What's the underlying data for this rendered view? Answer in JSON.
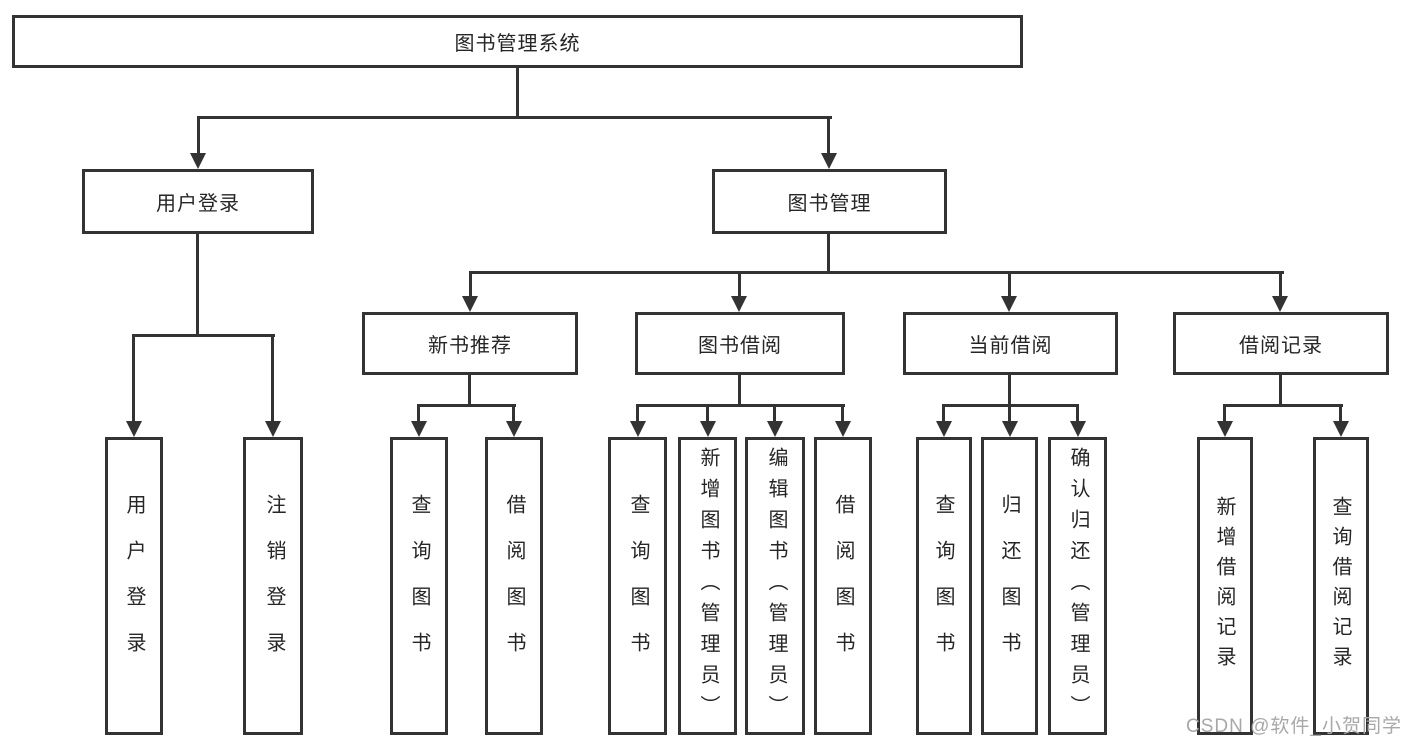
{
  "diagram": {
    "root": {
      "label": "图书管理系统"
    },
    "level2": [
      {
        "label": "用户登录",
        "children": [
          {
            "label": "用户登录"
          },
          {
            "label": "注销登录"
          }
        ]
      },
      {
        "label": "图书管理",
        "categories": [
          {
            "label": "新书推荐",
            "children": [
              {
                "label": "查询图书"
              },
              {
                "label": "借阅图书"
              }
            ]
          },
          {
            "label": "图书借阅",
            "children": [
              {
                "label": "查询图书"
              },
              {
                "label": "新增图书（管理员）"
              },
              {
                "label": "编辑图书（管理员）"
              },
              {
                "label": "借阅图书"
              }
            ]
          },
          {
            "label": "当前借阅",
            "children": [
              {
                "label": "查询图书"
              },
              {
                "label": "归还图书"
              },
              {
                "label": "确认归还（管理员）"
              }
            ]
          },
          {
            "label": "借阅记录",
            "children": [
              {
                "label": "新增借阅记录"
              },
              {
                "label": "查询借阅记录"
              }
            ]
          }
        ]
      }
    ]
  },
  "watermark": {
    "text": "CSDN @软件_小贺同学"
  },
  "colors": {
    "line": "#333333",
    "text": "#262626",
    "watermark": "#a8a8a8",
    "bg": "#ffffff"
  }
}
